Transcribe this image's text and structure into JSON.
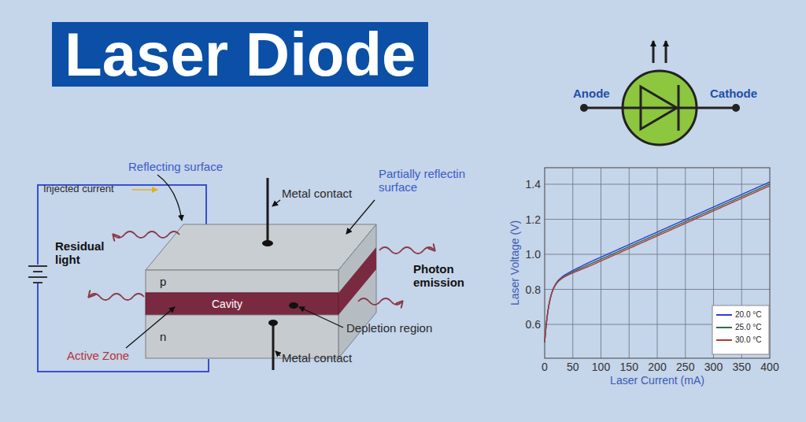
{
  "diagram": {
    "title": "Laser Diode",
    "nodes": [
      {
        "text": [
          "p"
        ]
      },
      {
        "text": [
          "Cavity"
        ]
      },
      {
        "text": [
          "n"
        ]
      }
    ],
    "labels": [
      "Reflecting surface",
      "Injected current",
      "Metal contact",
      "Partially reflectin surface",
      "Residual light",
      "Photon emission",
      "Depletion region",
      "Active Zone",
      "Metal contact",
      "Anode",
      "Cathode",
      "Laser Voltage (V)",
      "1.4",
      "1.2",
      "1.0",
      "0.8",
      "0.6",
      "0",
      "50",
      "100",
      "150",
      "200",
      "250",
      "300",
      "350",
      "400",
      "Laser Current (mA)"
    ],
    "legend": [
      {
        "text": "20.0 °C"
      },
      {
        "text": "25.0 °C"
      },
      {
        "text": "30.0 °C"
      }
    ]
  }
}
